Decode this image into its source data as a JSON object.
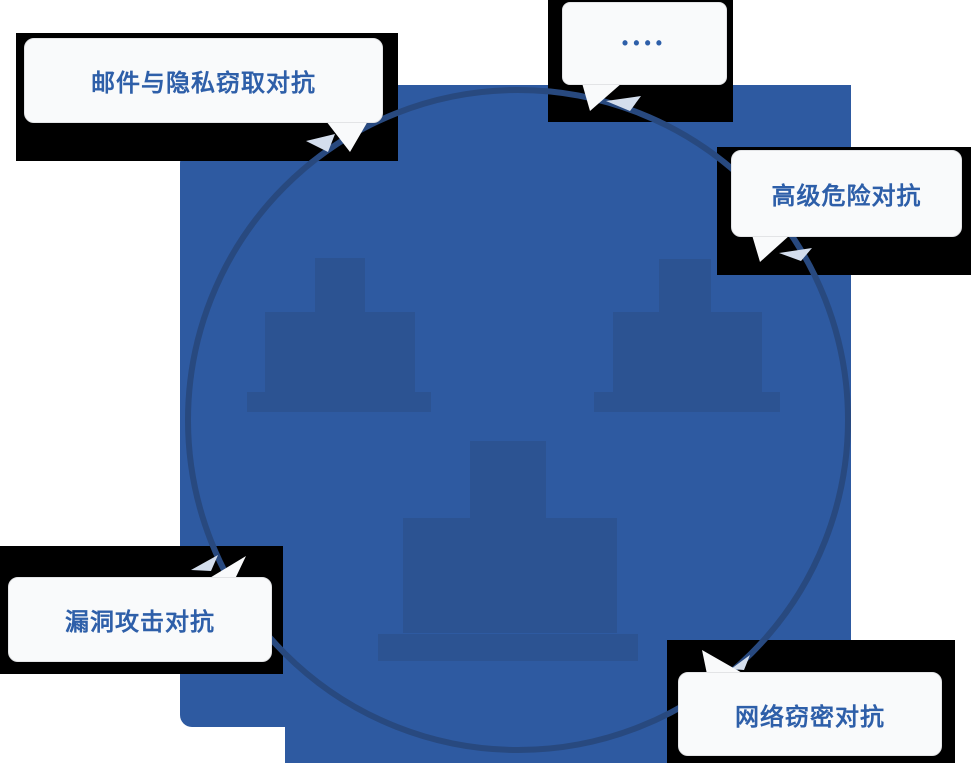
{
  "diagram": {
    "bubbles": {
      "top_left": {
        "label": "邮件与隐私窃取对抗"
      },
      "top_center": {
        "label": "••••"
      },
      "right": {
        "label": "高级危险对抗"
      },
      "bottom_left": {
        "label": "漏洞攻击对抗"
      },
      "bottom_right": {
        "label": "网络窃密对抗"
      }
    },
    "colors": {
      "platform_blue": "#2E5AA1",
      "pedestal_blue": "#2C5392",
      "orbit_ring_blue": "#28497F",
      "bubble_background": "#F9FAFB",
      "bubble_text_blue": "#2E5FA9",
      "void_black": "#000000"
    }
  }
}
